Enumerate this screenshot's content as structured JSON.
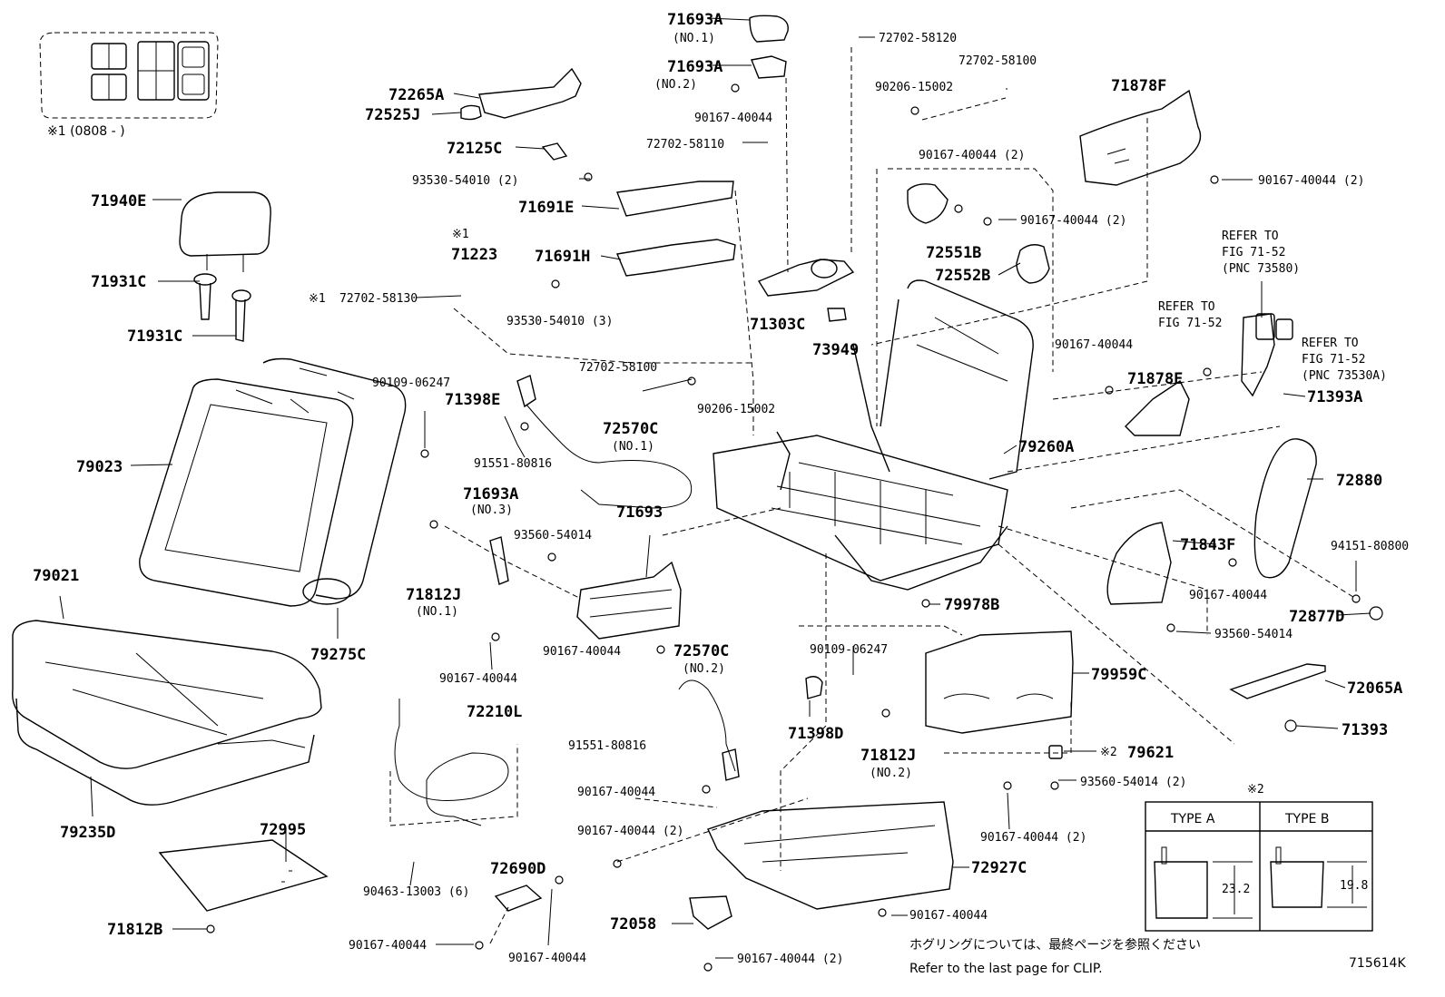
{
  "diagram": {
    "drawing_code": "715614K",
    "note_jp": "ホグリングについては、最終ページを参照ください",
    "note_en": "Refer to the last page for CLIP.",
    "inset_date": "※1 (0808 -        )",
    "type_table": {
      "marker": "※2",
      "type_a": {
        "label": "TYPE A",
        "dim": "23.2"
      },
      "type_b": {
        "label": "TYPE B",
        "dim": "19.8"
      }
    },
    "parts": [
      {
        "id": "71693A",
        "sub": "(NO.1)"
      },
      {
        "id": "71693A",
        "sub": "(NO.2)"
      },
      {
        "id": "72702-58120"
      },
      {
        "id": "72702-58100"
      },
      {
        "id": "90206-15002"
      },
      {
        "id": "72265A"
      },
      {
        "id": "72525J"
      },
      {
        "id": "90167-40044"
      },
      {
        "id": "72125C"
      },
      {
        "id": "72702-58110"
      },
      {
        "id": "71878F"
      },
      {
        "id": "90167-40044 (2)"
      },
      {
        "id": "90167-40044 (2)"
      },
      {
        "id": "93530-54010 (2)"
      },
      {
        "id": "71691E"
      },
      {
        "id": "71940E"
      },
      {
        "id": "71223",
        "prefix": "※1"
      },
      {
        "id": "71691H"
      },
      {
        "id": "90167-40044 (2)"
      },
      {
        "id": "72551B"
      },
      {
        "id": "72552B"
      },
      {
        "id": "71931C"
      },
      {
        "id": "72702-58130",
        "prefix": "※1"
      },
      {
        "id": "93530-54010 (3)"
      },
      {
        "id": "71303C"
      },
      {
        "id": "71931C"
      },
      {
        "id": "73949"
      },
      {
        "id": "90167-40044"
      },
      {
        "id": "90109-06247"
      },
      {
        "id": "72702-58100"
      },
      {
        "id": "90206-15002"
      },
      {
        "id": "71398E"
      },
      {
        "id": "72570C",
        "sub": "(NO.1)"
      },
      {
        "id": "71878E"
      },
      {
        "id": "79023"
      },
      {
        "id": "91551-80816"
      },
      {
        "id": "79260A"
      },
      {
        "id": "72880"
      },
      {
        "id": "71693A",
        "sub": "(NO.3)"
      },
      {
        "id": "71693"
      },
      {
        "id": "93560-54014"
      },
      {
        "id": "71843F"
      },
      {
        "id": "94151-80800"
      },
      {
        "id": "79021"
      },
      {
        "id": "71812J",
        "sub": "(NO.1)"
      },
      {
        "id": "90167-40044"
      },
      {
        "id": "79978B"
      },
      {
        "id": "72877D"
      },
      {
        "id": "79275C"
      },
      {
        "id": "93560-54014"
      },
      {
        "id": "90167-40044"
      },
      {
        "id": "72570C",
        "sub": "(NO.2)"
      },
      {
        "id": "90109-06247"
      },
      {
        "id": "79959C"
      },
      {
        "id": "90167-40044"
      },
      {
        "id": "72210L"
      },
      {
        "id": "72065A"
      },
      {
        "id": "71398D"
      },
      {
        "id": "91551-80816"
      },
      {
        "id": "71812J",
        "sub": "(NO.2)"
      },
      {
        "id": "71393"
      },
      {
        "id": "79621",
        "prefix": "※2"
      },
      {
        "id": "90167-40044"
      },
      {
        "id": "93560-54014 (2)"
      },
      {
        "id": "79235D"
      },
      {
        "id": "90167-40044 (2)"
      },
      {
        "id": "90167-40044 (2)"
      },
      {
        "id": "72995"
      },
      {
        "id": "72690D"
      },
      {
        "id": "72927C"
      },
      {
        "id": "90463-13003 (6)"
      },
      {
        "id": "90167-40044"
      },
      {
        "id": "71812B"
      },
      {
        "id": "72058"
      },
      {
        "id": "90167-40044"
      },
      {
        "id": "90167-40044"
      },
      {
        "id": "90167-40044 (2)"
      }
    ],
    "refer_notes": [
      {
        "line1": "REFER TO",
        "line2": "FIG 71-52",
        "line3": "(PNC 73580)"
      },
      {
        "line1": "REFER TO",
        "line2": "FIG 71-52",
        "line3": ""
      },
      {
        "line1": "REFER TO",
        "line2": "FIG 71-52",
        "line3": "(PNC 73530A)"
      }
    ],
    "extra_parts": [
      {
        "id": "71393A"
      }
    ]
  }
}
